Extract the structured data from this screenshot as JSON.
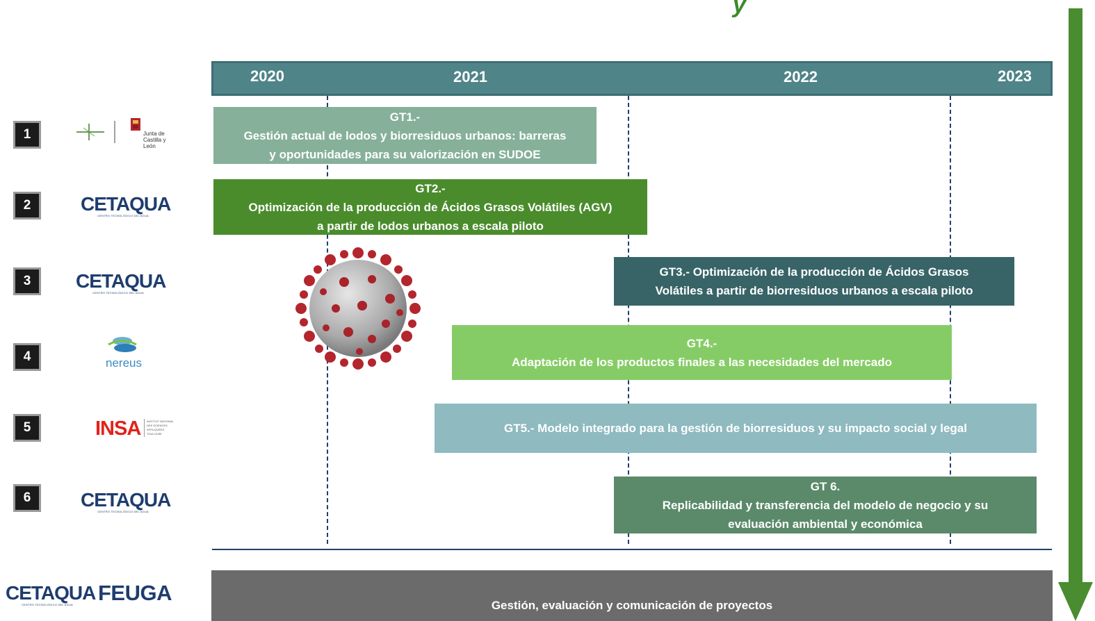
{
  "title_fragment": "y",
  "timeline": {
    "years": [
      "2020",
      "2021",
      "2022",
      "2023"
    ]
  },
  "tasks": [
    {
      "n": "1",
      "code": "GT1.-",
      "lines": [
        "Gestión actual de lodos y biorresiduos urbanos: barreras",
        "y oportunidades para su valorización en SUDOE"
      ],
      "color": "#86b09a"
    },
    {
      "n": "2",
      "code": "GT2.-",
      "lines": [
        "Optimización de la producción de Ácidos Grasos Volátiles (AGV)",
        "a partir de lodos urbanos a escala piloto"
      ],
      "color": "#4a8c2c"
    },
    {
      "n": "3",
      "code": "GT3.- Optimización de la producción de Ácidos Grasos",
      "lines": [
        "Volátiles a partir de biorresiduos urbanos a escala piloto"
      ],
      "color": "#386468"
    },
    {
      "n": "4",
      "code": "GT4.-",
      "lines": [
        "Adaptación de los productos finales a las necesidades del mercado"
      ],
      "color": "#86cc66"
    },
    {
      "n": "5",
      "code": "GT5.- Modelo integrado para la gestión de biorresiduos y su impacto social y legal",
      "lines": [],
      "color": "#8ebac0"
    },
    {
      "n": "6",
      "code": "GT 6.",
      "lines": [
        "Replicabilidad y transferencia del modelo de negocio y su",
        "evaluación ambiental y económica"
      ],
      "color": "#5a8a6a"
    }
  ],
  "logos": {
    "row1": {
      "junta_line1": "Junta de",
      "junta_line2": "Castilla y León"
    },
    "cetaqua": "CETAQUA",
    "cetaqua_sub": "CENTRO TECNOLÓGICO DEL AGUA",
    "nereus": "nereus",
    "insa": "INSA",
    "insa_sub": [
      "INSTITUT NATIONAL",
      "DES SCIENCES",
      "APPLIQUÉES",
      "TOULOUSE"
    ],
    "feuga": "FEUGA"
  },
  "management": {
    "label": "Gestión, evaluación y comunicación de proyectos"
  }
}
